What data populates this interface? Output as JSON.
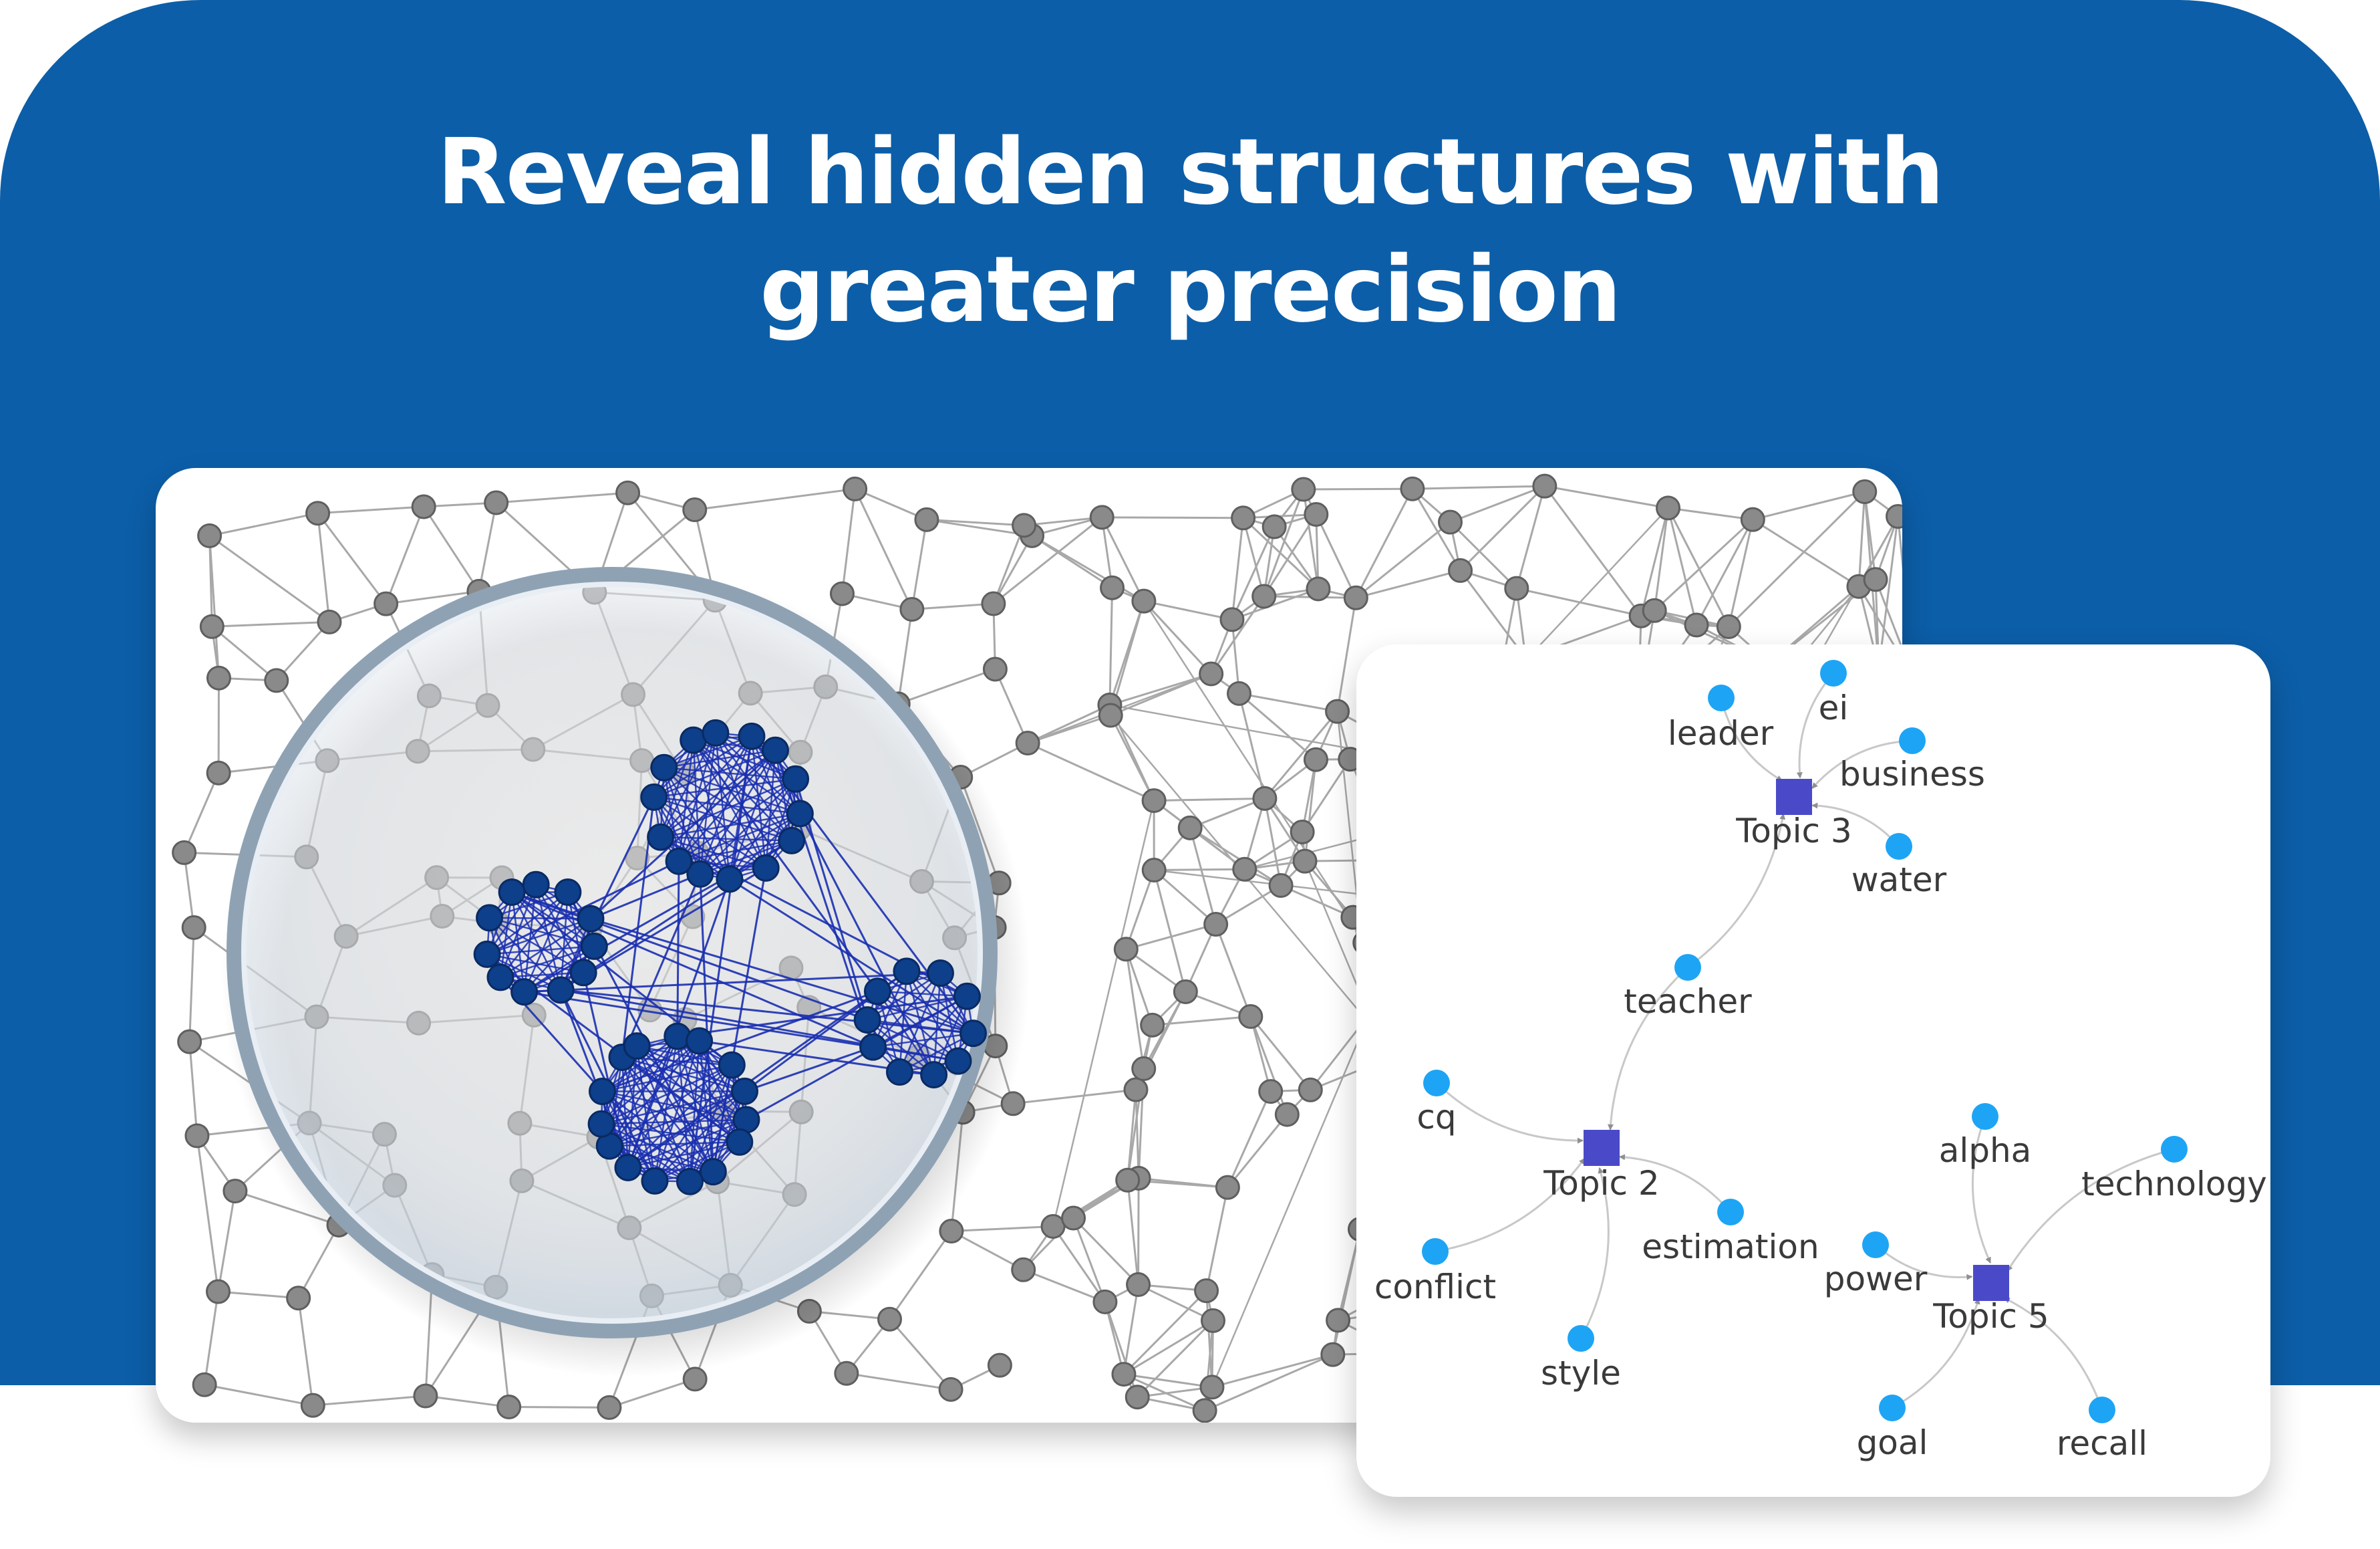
{
  "headline": {
    "line1": "Reveal hidden structures with",
    "line2": "greater precision"
  },
  "colors": {
    "banner": "#0c5ea8",
    "cluster": "#1a2fb0",
    "cluster_node": "#0d3f8a",
    "network_node": "#8a8a8a",
    "network_edge": "#a8a8a8",
    "topic_node": "#4a4ac9",
    "word_node": "#1ea4f4",
    "topic_edge": "#c8c8c8"
  },
  "network_icon": "magnifier-lens-icon",
  "topic_graph": {
    "topics": [
      {
        "id": "t3",
        "label": "Topic 3"
      },
      {
        "id": "t2",
        "label": "Topic 2"
      },
      {
        "id": "t5",
        "label": "Topic 5"
      }
    ],
    "words": [
      {
        "id": "leader",
        "label": "leader",
        "topic": "t3"
      },
      {
        "id": "ei",
        "label": "ei",
        "topic": "t3"
      },
      {
        "id": "business",
        "label": "business",
        "topic": "t3"
      },
      {
        "id": "water",
        "label": "water",
        "topic": "t3"
      },
      {
        "id": "teacher",
        "label": "teacher",
        "topic": "t3"
      },
      {
        "id": "cq",
        "label": "cq",
        "topic": "t2"
      },
      {
        "id": "conflict",
        "label": "conflict",
        "topic": "t2"
      },
      {
        "id": "estimation",
        "label": "estimation",
        "topic": "t2"
      },
      {
        "id": "style",
        "label": "style",
        "topic": "t2"
      },
      {
        "id": "alpha",
        "label": "alpha",
        "topic": "t5"
      },
      {
        "id": "technology",
        "label": "technology",
        "topic": "t5"
      },
      {
        "id": "power",
        "label": "power",
        "topic": "t5"
      },
      {
        "id": "goal",
        "label": "goal",
        "topic": "t5"
      },
      {
        "id": "recall",
        "label": "recall",
        "topic": "t5"
      }
    ],
    "edges": [
      {
        "from": "leader",
        "to": "t3"
      },
      {
        "from": "ei",
        "to": "t3"
      },
      {
        "from": "business",
        "to": "t3"
      },
      {
        "from": "water",
        "to": "t3"
      },
      {
        "from": "teacher",
        "to": "t3"
      },
      {
        "from": "teacher",
        "to": "t2"
      },
      {
        "from": "cq",
        "to": "t2"
      },
      {
        "from": "conflict",
        "to": "t2"
      },
      {
        "from": "estimation",
        "to": "t2"
      },
      {
        "from": "style",
        "to": "t2"
      },
      {
        "from": "alpha",
        "to": "t5"
      },
      {
        "from": "technology",
        "to": "t5"
      },
      {
        "from": "power",
        "to": "t5"
      },
      {
        "from": "goal",
        "to": "t5"
      },
      {
        "from": "recall",
        "to": "t5"
      }
    ]
  }
}
